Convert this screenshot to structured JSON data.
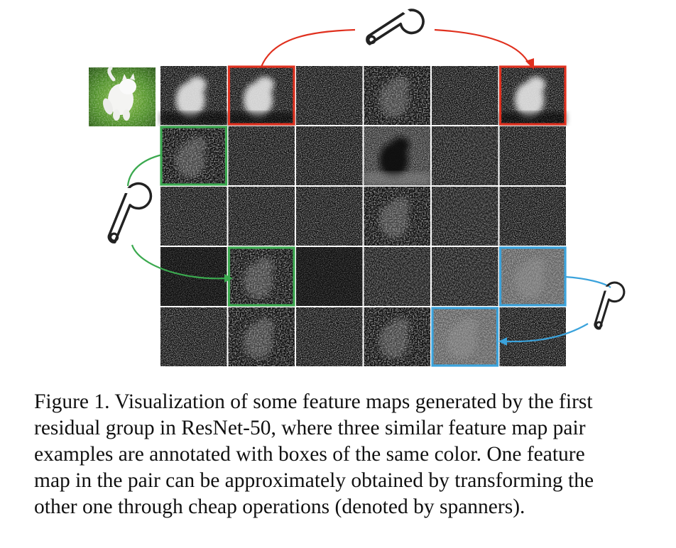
{
  "figure": {
    "grid": {
      "rows": 5,
      "cols": 6
    },
    "colors": {
      "red": "#e0301e",
      "green": "#3ba94f",
      "blue": "#3ba3dc",
      "icon": "#222222",
      "map_background": "#0b0b0b",
      "gap": "#ffffff"
    },
    "input_image": {
      "name": "input-cat-photo",
      "subject": "white cat on grass"
    },
    "pairs": [
      {
        "color": "red",
        "from": [
          0,
          1
        ],
        "to": [
          0,
          5
        ],
        "icon": "spanner-icon"
      },
      {
        "color": "green",
        "from": [
          1,
          0
        ],
        "to": [
          3,
          1
        ],
        "icon": "spanner-icon"
      },
      {
        "color": "blue",
        "from": [
          3,
          5
        ],
        "to": [
          4,
          4
        ],
        "icon": "spanner-icon"
      }
    ]
  },
  "caption": {
    "lines": [
      "Figure 1. Visualization of some feature maps generated by the first",
      "residual group in ResNet-50, where three similar feature map pair",
      "examples are annotated with boxes of the same color. One feature",
      "map in the pair can be approximately obtained by transforming the",
      "other one through cheap operations (denoted by spanners)."
    ]
  }
}
